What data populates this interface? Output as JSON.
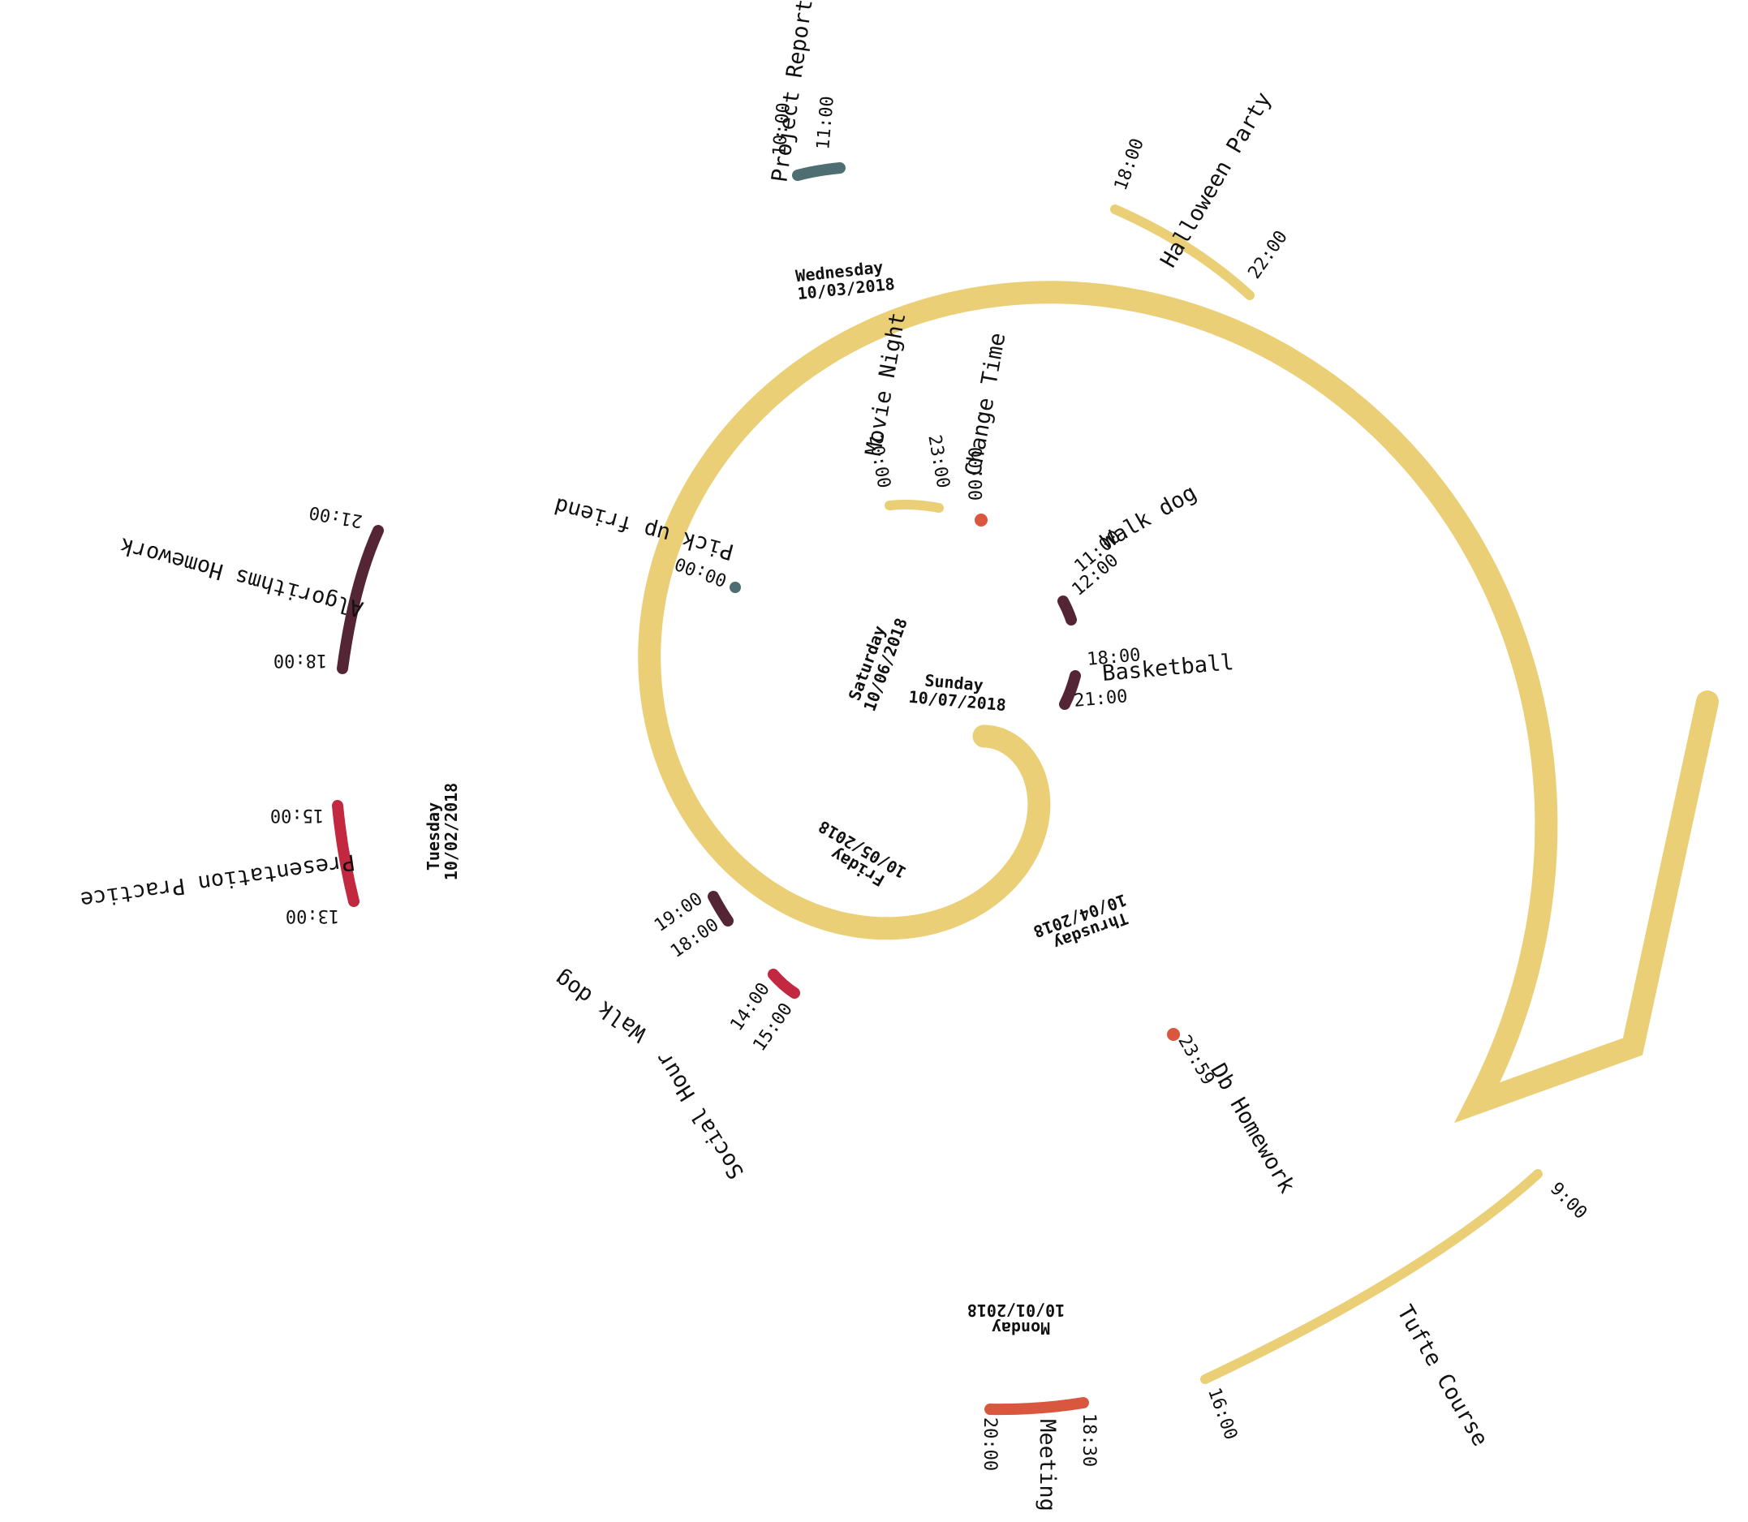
{
  "colors": {
    "spiral": "#EACF76",
    "dark_purple": "#542535",
    "crimson": "#C22840",
    "slate": "#4E6E72",
    "orange_red": "#D9573F",
    "text": "#111111"
  },
  "days": [
    {
      "name": "Monday",
      "date": "10/01/2018"
    },
    {
      "name": "Tuesday",
      "date": "10/02/2018"
    },
    {
      "name": "Wednesday",
      "date": "10/03/2018"
    },
    {
      "name": "Thrusday",
      "date": "10/04/2018"
    },
    {
      "name": "Friday",
      "date": "10/05/2018"
    },
    {
      "name": "Saturday",
      "date": "10/06/2018"
    },
    {
      "name": "Sunday",
      "date": "10/07/2018"
    }
  ],
  "events": [
    {
      "title": "Tufte Course",
      "start": "9:00",
      "end": "16:00",
      "color": "spiral"
    },
    {
      "title": "Meeting",
      "start": "18:30",
      "end": "20:00",
      "color": "orange_red"
    },
    {
      "title": "Presentation Practice",
      "start": "13:00",
      "end": "15:00",
      "color": "crimson"
    },
    {
      "title": "Algorithms Homework",
      "start": "18:00",
      "end": "21:00",
      "color": "dark_purple"
    },
    {
      "title": "Project Report",
      "start": "10:00",
      "end": "11:00",
      "color": "slate"
    },
    {
      "title": "Halloween Party",
      "start": "18:00",
      "end": "22:00",
      "color": "spiral"
    },
    {
      "title": "Db Homework",
      "start": "23:59",
      "end": "",
      "color": "orange_red"
    },
    {
      "title": "Social Hour",
      "start": "14:00",
      "end": "15:00",
      "color": "crimson"
    },
    {
      "title": "Walk dog",
      "start": "18:00",
      "end": "19:00",
      "color": "dark_purple"
    },
    {
      "title": "Pick up friend",
      "start": "00:00",
      "end": "",
      "color": "slate"
    },
    {
      "title": "Movie Night",
      "start": "20:00",
      "end": "23:00",
      "color": "spiral"
    },
    {
      "title": "Change Time",
      "start": "00:00",
      "end": "",
      "color": "orange_red"
    },
    {
      "title": "Walk dog",
      "start": "11:00",
      "end": "12:00",
      "color": "dark_purple"
    },
    {
      "title": "Basketball",
      "start": "18:00",
      "end": "21:00",
      "color": "dark_purple"
    }
  ]
}
